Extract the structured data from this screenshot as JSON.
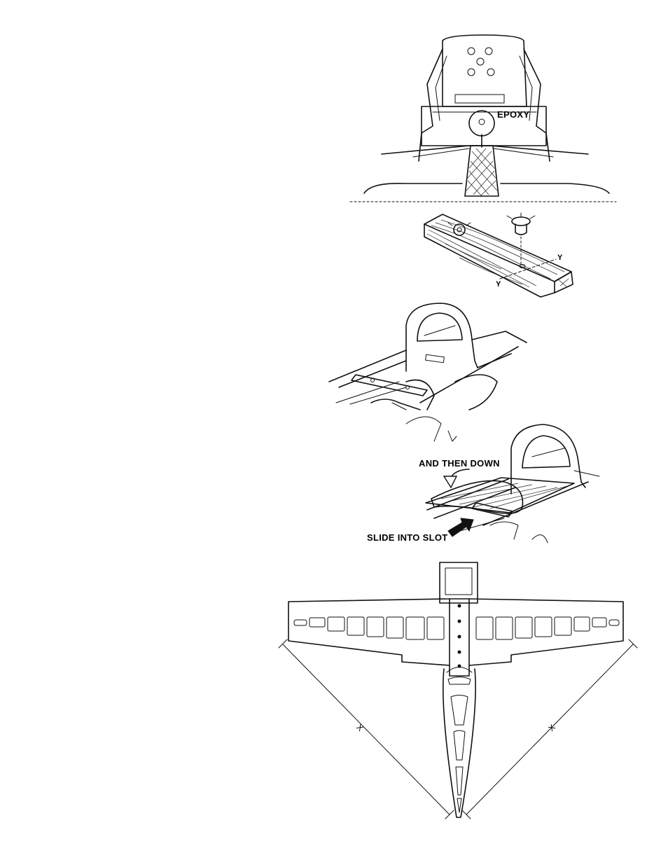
{
  "figures": {
    "fin_mount": {
      "callouts": {
        "epoxy": "EPOXY"
      }
    },
    "block": {
      "callouts": {
        "y_right": "Y",
        "y_left": "Y"
      }
    },
    "slide": {
      "callouts": {
        "down": "AND THEN DOWN",
        "slide": "SLIDE INTO SLOT"
      }
    },
    "tail": {
      "callouts": {
        "x_left": "X",
        "x_right": "X"
      }
    }
  }
}
